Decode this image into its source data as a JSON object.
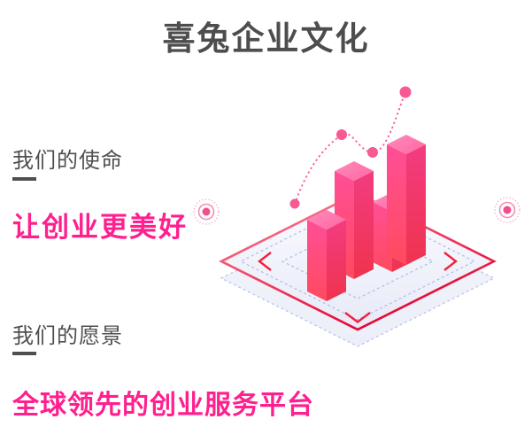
{
  "page": {
    "title": "喜兔企业文化"
  },
  "mission": {
    "label": "我们的使命",
    "headline": "让创业更美好"
  },
  "vision": {
    "label": "我们的愿景",
    "headline": "全球领先的创业服务平台"
  },
  "colors": {
    "headline_pink": "#ff1f8f",
    "text_dark": "#4d4d4d",
    "bar_top_pink": "#ff7ab0",
    "bar_front_pink": "#ff4f97",
    "bar_front_red": "#ff4a63",
    "platform_border_red": "#ee0f3c",
    "platform_dash_lavender": "#b4bfe9",
    "trend_line_pink": "#f0639c",
    "trend_dot_pink": "#f75a93",
    "target_dot_pink": "#f04e8c"
  },
  "icons": {
    "left_decoration": "target-icon",
    "right_decoration": "target-icon",
    "center_graphic": "isometric-bar-chart-illustration"
  }
}
